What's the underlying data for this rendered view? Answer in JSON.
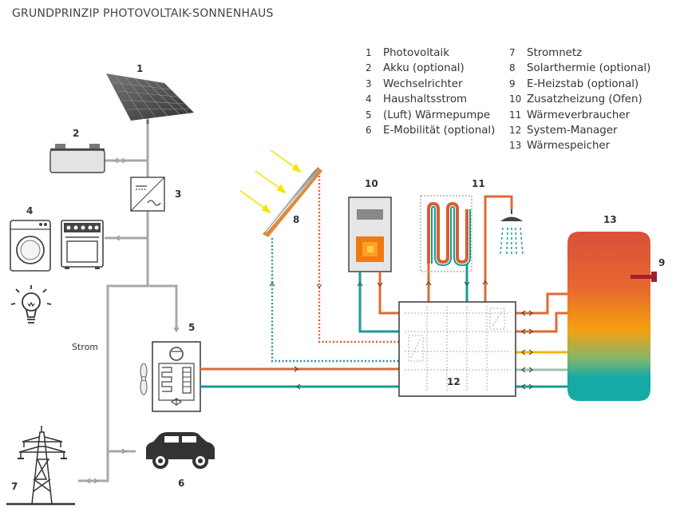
{
  "title": "GRUNDPRINZIP PHOTOVOLTAIK-SONNENHAUS",
  "legend": {
    "col1": [
      {
        "num": "1",
        "label": "Photovoltaik"
      },
      {
        "num": "2",
        "label": "Akku (optional)"
      },
      {
        "num": "3",
        "label": "Wechselrichter"
      },
      {
        "num": "4",
        "label": "Haushaltsstrom"
      },
      {
        "num": "5",
        "label": "(Luft) Wärmepumpe"
      },
      {
        "num": "6",
        "label": "E-Mobilität (optional)"
      }
    ],
    "col2": [
      {
        "num": "7",
        "label": "Stromnetz"
      },
      {
        "num": "8",
        "label": "Solarthermie (optional)"
      },
      {
        "num": "9",
        "label": "E-Heizstab (optional)"
      },
      {
        "num": "10",
        "label": "Zusatzheizung (Ofen)"
      },
      {
        "num": "11",
        "label": "Wärmeverbraucher"
      },
      {
        "num": "12",
        "label": "System-Manager"
      },
      {
        "num": "13",
        "label": "Wärmespeicher"
      }
    ]
  },
  "labels": {
    "n1": "1",
    "n2": "2",
    "n3": "3",
    "n4": "4",
    "n5": "5",
    "n6": "6",
    "n7": "7",
    "n8": "8",
    "n9": "9",
    "n10": "10",
    "n11": "11",
    "n12": "12",
    "n13": "13",
    "strom": "Strom"
  },
  "colors": {
    "grid_line": "#a8a8a8",
    "hot_pipe": "#e06a35",
    "cold_pipe": "#1a9a9a",
    "solar_dotted": "#d95e2e",
    "solar_return_dotted": "#1a9a9a",
    "sun_rays": "#f2e600",
    "storage_top": "#d9503a",
    "storage_mid": "#f5a010",
    "storage_bottom": "#15aaa5",
    "heater_rod": "#a02030"
  }
}
